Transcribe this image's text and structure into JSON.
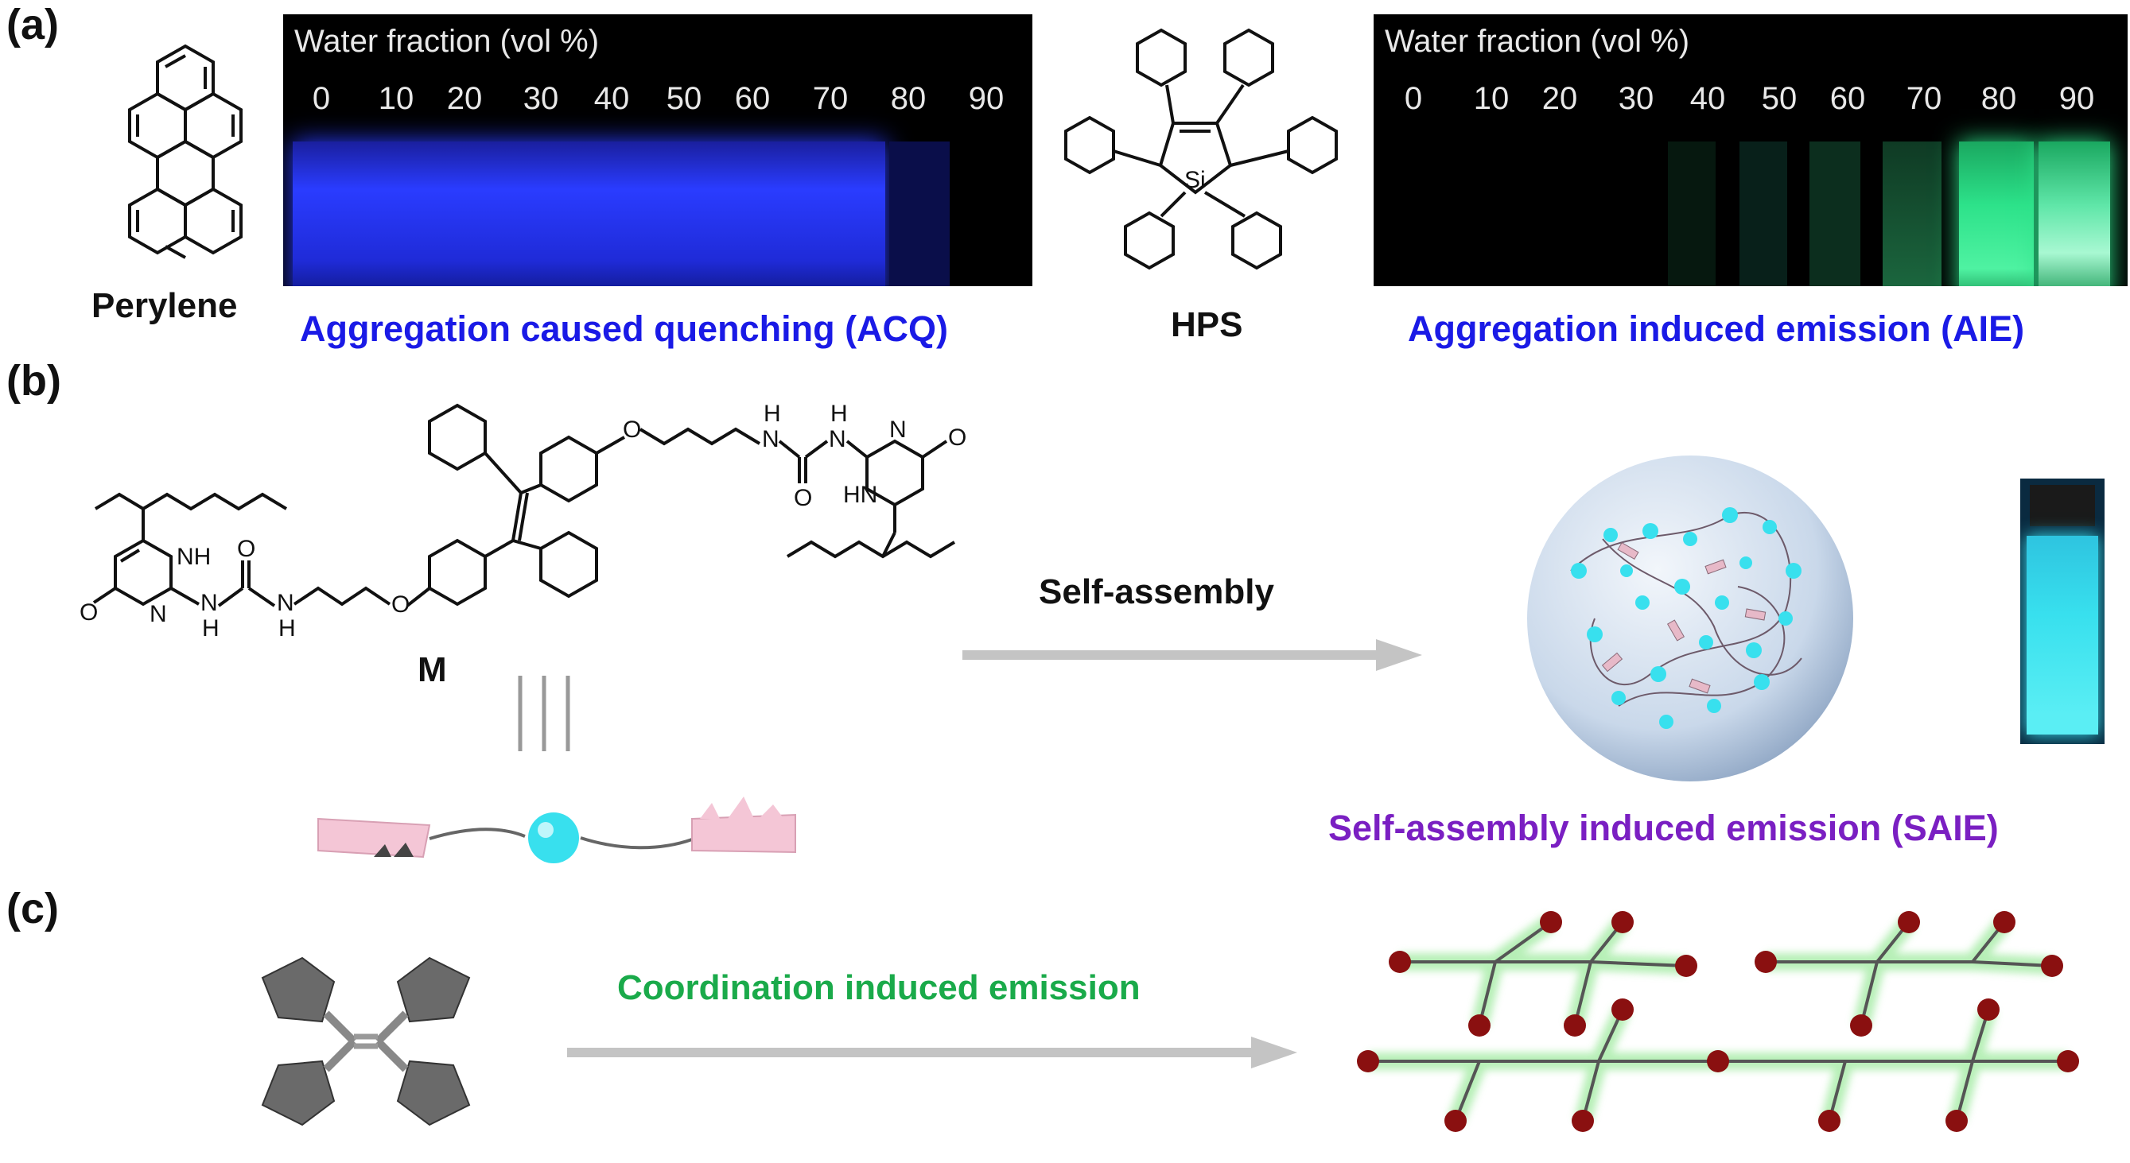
{
  "panel_labels": {
    "a": "(a)",
    "b": "(b)",
    "c": "(c)"
  },
  "panel_a": {
    "left_molecule": "Perylene",
    "right_molecule": "HPS",
    "right_molecule_atom": "Si",
    "acq_photo": {
      "title": "Water fraction (vol %)",
      "ticks": [
        "0",
        "10",
        "20",
        "30",
        "40",
        "50",
        "60",
        "70",
        "80",
        "90"
      ],
      "caption": "Aggregation caused quenching (ACQ)"
    },
    "aie_photo": {
      "title": "Water fraction (vol %)",
      "ticks": [
        "0",
        "10",
        "20",
        "30",
        "40",
        "50",
        "60",
        "70",
        "80",
        "90"
      ],
      "caption": "Aggregation induced emission (AIE)"
    }
  },
  "panel_b": {
    "molecule_label": "M",
    "atoms": {
      "nh": "NH",
      "n": "N",
      "h": "H",
      "o": "O",
      "hn": "HN"
    },
    "arrow_label": "Self-assembly",
    "caption": "Self-assembly induced emission (SAIE)"
  },
  "panel_c": {
    "arrow_label": "Coordination induced emission"
  },
  "colors": {
    "caption_blue": "#1a1ae6",
    "caption_purple": "#7a1fc2",
    "caption_green": "#1aaa4a",
    "acq_emission": "#2a3cff",
    "aie_emission": "#2de28a",
    "vial_cyan": "#38e0ee",
    "arrow_gray": "#c4c4c4",
    "node_red": "#8a1010"
  }
}
